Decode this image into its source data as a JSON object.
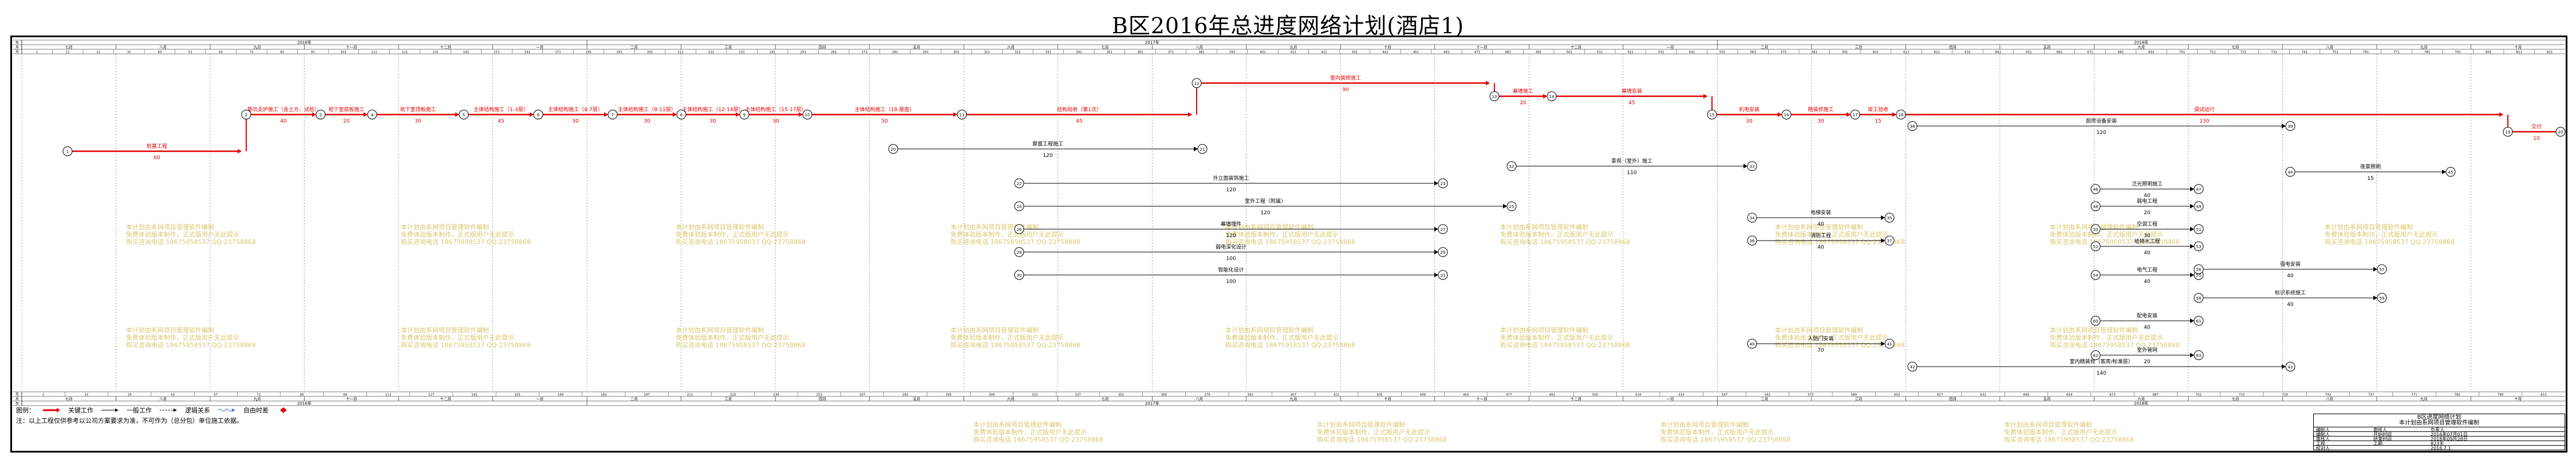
{
  "page": {
    "title": "B区2016年总进度网络计划(酒店1)"
  },
  "timescale": {
    "row_labels": {
      "year": "年",
      "month": "月",
      "day": "天"
    },
    "years": [
      {
        "label": "2016年",
        "m0": 0,
        "m1": 6
      },
      {
        "label": "2017年",
        "m0": 6,
        "m1": 18
      },
      {
        "label": "2018年",
        "m0": 18,
        "m1": 27
      }
    ],
    "months": [
      "七月",
      "八月",
      "九月",
      "十一月",
      "十二月",
      "一月",
      "二月",
      "三月",
      "四月",
      "五月",
      "六月",
      "七月",
      "八月",
      "九月",
      "十月",
      "十一月",
      "十二月",
      "一月",
      "二月",
      "三月",
      "四月",
      "五月",
      "六月",
      "七月",
      "八月",
      "九月",
      "十月"
    ],
    "day_ticks_top": [
      "1",
      "11",
      "21",
      "31",
      "40",
      "51",
      "61",
      "71",
      "81",
      "91",
      "101",
      "111",
      "121",
      "131",
      "141",
      "151",
      "161",
      "171",
      "181",
      "191",
      "201",
      "211",
      "221",
      "231",
      "241",
      "251",
      "261",
      "271",
      "281",
      "291",
      "301",
      "311",
      "321",
      "331",
      "341",
      "351",
      "361",
      "371",
      "381",
      "391",
      "401",
      "411",
      "421",
      "431",
      "441",
      "451",
      "461",
      "471",
      "481",
      "491",
      "501",
      "511",
      "521",
      "531",
      "541",
      "551",
      "561",
      "571",
      "581",
      "591",
      "601",
      "611",
      "621",
      "631",
      "641",
      "651",
      "661",
      "671",
      "681",
      "691",
      "701",
      "711",
      "721",
      "731",
      "741",
      "751",
      "761",
      "771",
      "781",
      "791",
      "801",
      "811",
      "821"
    ],
    "day_ticks_bottom": [
      "1",
      "15",
      "29",
      "43",
      "57",
      "71",
      "85",
      "99",
      "113",
      "127",
      "141",
      "155",
      "169",
      "183",
      "197",
      "211",
      "225",
      "239",
      "253",
      "267",
      "281",
      "295",
      "309",
      "323",
      "337",
      "351",
      "365",
      "379",
      "393",
      "407",
      "421",
      "435",
      "449",
      "463",
      "477",
      "491",
      "505",
      "519",
      "533",
      "547",
      "561",
      "575",
      "589",
      "603",
      "617",
      "631",
      "645",
      "659",
      "673",
      "687",
      "701",
      "715",
      "729",
      "743",
      "757",
      "771",
      "785",
      "799",
      "813"
    ]
  },
  "critical_tasks": [
    {
      "name": "桩基工程",
      "dur": "60"
    },
    {
      "name": "基坑支护施工（含土方、试桩）",
      "dur": "40"
    },
    {
      "name": "地下室底板施工",
      "dur": "20"
    },
    {
      "name": "地下室顶板施工",
      "dur": "30"
    },
    {
      "name": "主体结构施工（1-3层）",
      "dur": "45"
    },
    {
      "name": "主体结构施工（4-7层）",
      "dur": "30"
    },
    {
      "name": "主体结构施工（8-11层）",
      "dur": "30"
    },
    {
      "name": "主体结构施工（12-14层）",
      "dur": "30"
    },
    {
      "name": "主体结构施工（15-17层）",
      "dur": "30"
    },
    {
      "name": "主体结构施工（18-屋面）",
      "dur": "50"
    },
    {
      "name": "结构验收（第1次）",
      "dur": "45"
    },
    {
      "name": "室内装修施工",
      "dur": "90"
    },
    {
      "name": "幕墙施工",
      "dur": "20"
    },
    {
      "name": "幕墙安装",
      "dur": "45"
    },
    {
      "name": "机电安装",
      "dur": "30"
    },
    {
      "name": "精装修施工",
      "dur": "30"
    },
    {
      "name": "竣工验收",
      "dur": "15"
    },
    {
      "name": "调试运行",
      "dur": "130"
    },
    {
      "name": "交付",
      "dur": "10"
    }
  ],
  "other_tasks": [
    {
      "name": "屋面工程施工",
      "dur": "120"
    },
    {
      "name": "外立面装饰施工",
      "dur": "120"
    },
    {
      "name": "室外工程（附属）",
      "dur": "120"
    },
    {
      "name": "幕墙埋件",
      "dur": "120"
    },
    {
      "name": "弱电深化设计",
      "dur": "100"
    },
    {
      "name": "智能化设计",
      "dur": "100"
    },
    {
      "name": "景观（室外）施工",
      "dur": "110"
    },
    {
      "name": "电梯安装",
      "dur": "40"
    },
    {
      "name": "消防工程",
      "dur": "40"
    },
    {
      "name": "厨房设备安装",
      "dur": "120"
    },
    {
      "name": "人防门安装",
      "dur": "70"
    },
    {
      "name": "室内精装修（客房/标准层）",
      "dur": "140"
    },
    {
      "name": "夜景照明",
      "dur": "15"
    },
    {
      "name": "泛光照明施工",
      "dur": "40"
    },
    {
      "name": "弱电工程",
      "dur": "20"
    },
    {
      "name": "空调工程",
      "dur": "30"
    },
    {
      "name": "给排水工程",
      "dur": "40"
    },
    {
      "name": "电气工程",
      "dur": "40"
    },
    {
      "name": "强电安装",
      "dur": "40"
    },
    {
      "name": "标识系统施工",
      "dur": "40"
    },
    {
      "name": "配电安装",
      "dur": "40"
    },
    {
      "name": "室外管网",
      "dur": "20"
    }
  ],
  "watermark": {
    "line1": "本计划由系网项目管理软件编制",
    "line2": "免费体验版本制作，正式版用户无此提示",
    "line3": "购买咨询电话 18675958537 QQ:23758868"
  },
  "legend": {
    "label": "图例：",
    "critical": "关键工作",
    "normal": "一般工作",
    "logic": "逻辑关系",
    "free_float": "自由时差",
    "milestone": "",
    "note": "注：以上工程仅供参考以公司方案要求为准，不可作为（总分包）单位施工依据。",
    "colors": {
      "critical": "#e00000",
      "normal": "#000000",
      "float": "#4a6cd4"
    }
  },
  "titleblock": {
    "company": "B区进度网络计划",
    "subtitle": "本计划由系网项目管理软件编制",
    "rows": [
      {
        "k": "编制人",
        "v": "审核人",
        "c": "负责人"
      },
      {
        "k": "编制人",
        "v": "开始时间",
        "c": "2016年07月01日"
      },
      {
        "k": "审核人",
        "v": "结束时间",
        "c": "2018年09月28日"
      },
      {
        "k": "工程",
        "v": "工期",
        "c": "823天"
      },
      {
        "k": "校对人",
        "v": "",
        "c": "2016.7.1"
      }
    ]
  }
}
